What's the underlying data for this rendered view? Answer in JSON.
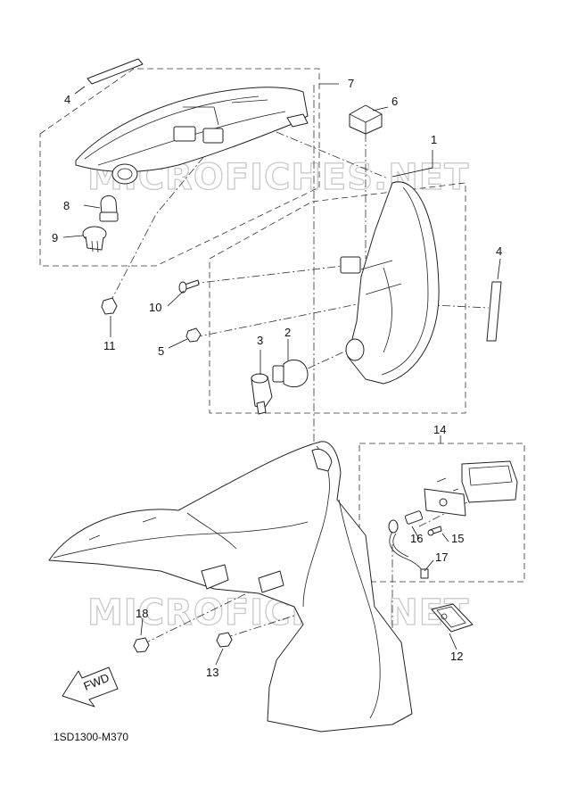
{
  "diagram": {
    "callouts": [
      {
        "id": "c1",
        "text": "1"
      },
      {
        "id": "c2",
        "text": "2"
      },
      {
        "id": "c3",
        "text": "3"
      },
      {
        "id": "c4a",
        "text": "4"
      },
      {
        "id": "c4b",
        "text": "4"
      },
      {
        "id": "c5",
        "text": "5"
      },
      {
        "id": "c6",
        "text": "6"
      },
      {
        "id": "c7",
        "text": "7"
      },
      {
        "id": "c8",
        "text": "8"
      },
      {
        "id": "c9",
        "text": "9"
      },
      {
        "id": "c10",
        "text": "10"
      },
      {
        "id": "c11",
        "text": "11"
      },
      {
        "id": "c12",
        "text": "12"
      },
      {
        "id": "c13",
        "text": "13"
      },
      {
        "id": "c14",
        "text": "14"
      },
      {
        "id": "c15",
        "text": "15"
      },
      {
        "id": "c16",
        "text": "16"
      },
      {
        "id": "c17",
        "text": "17"
      },
      {
        "id": "c18",
        "text": "18"
      }
    ],
    "direction_label": "FWD",
    "diagram_code": "1SD1300-M370",
    "watermark": "MICROFICHES.NET"
  }
}
